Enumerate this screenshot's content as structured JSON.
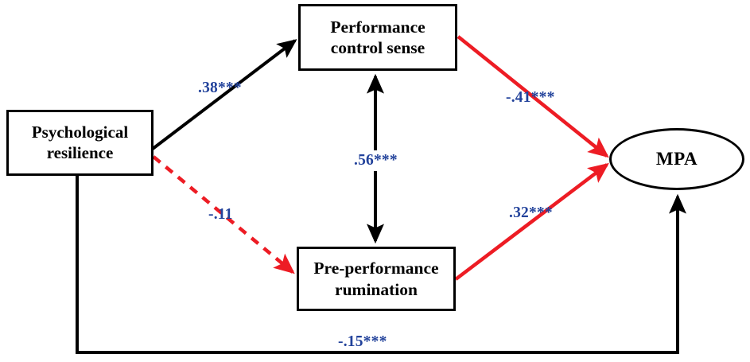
{
  "figure": {
    "type": "path-diagram",
    "title": "Mediation model of psychological resilience and MPA",
    "colors": {
      "positive_path": "#000000",
      "negative_path": "#ED1C24",
      "coefficient_text": "#22429B",
      "node_border": "#000000",
      "background": "#FFFFFF"
    }
  },
  "nodes": [
    {
      "id": "psychological-resilience",
      "shape": "rectangle",
      "line1": "Psychological",
      "line2": "resilience"
    },
    {
      "id": "performance-control-sense",
      "shape": "rectangle",
      "line1": "Performance",
      "line2": "control sense"
    },
    {
      "id": "pre-performance-rumination",
      "shape": "rectangle",
      "line1": "Pre-performance",
      "line2": "rumination"
    },
    {
      "id": "mpa",
      "shape": "ellipse",
      "line1": "MPA"
    }
  ],
  "paths": [
    {
      "id": "a1",
      "from": "psychological-resilience",
      "to": "performance-control-sense",
      "coefficient": ".38***",
      "value": 0.38,
      "significance": "***",
      "style": "solid",
      "color": "#000000",
      "arrow": "single"
    },
    {
      "id": "a2",
      "from": "psychological-resilience",
      "to": "pre-performance-rumination",
      "coefficient": "-.11",
      "value": -0.11,
      "significance": "",
      "style": "dashed",
      "color": "#ED1C24",
      "arrow": "single"
    },
    {
      "id": "corr",
      "from": "performance-control-sense",
      "to": "pre-performance-rumination",
      "coefficient": ".56***",
      "value": 0.56,
      "significance": "***",
      "style": "solid",
      "color": "#000000",
      "arrow": "double"
    },
    {
      "id": "b1",
      "from": "performance-control-sense",
      "to": "mpa",
      "coefficient": "-.41***",
      "value": -0.41,
      "significance": "***",
      "style": "solid",
      "color": "#ED1C24",
      "arrow": "single"
    },
    {
      "id": "b2",
      "from": "pre-performance-rumination",
      "to": "mpa",
      "coefficient": ".32***",
      "value": 0.32,
      "significance": "***",
      "style": "solid",
      "color": "#ED1C24",
      "arrow": "single"
    },
    {
      "id": "c",
      "from": "psychological-resilience",
      "to": "mpa",
      "coefficient": "-.15***",
      "value": -0.15,
      "significance": "***",
      "style": "solid",
      "color": "#000000",
      "arrow": "single"
    }
  ]
}
